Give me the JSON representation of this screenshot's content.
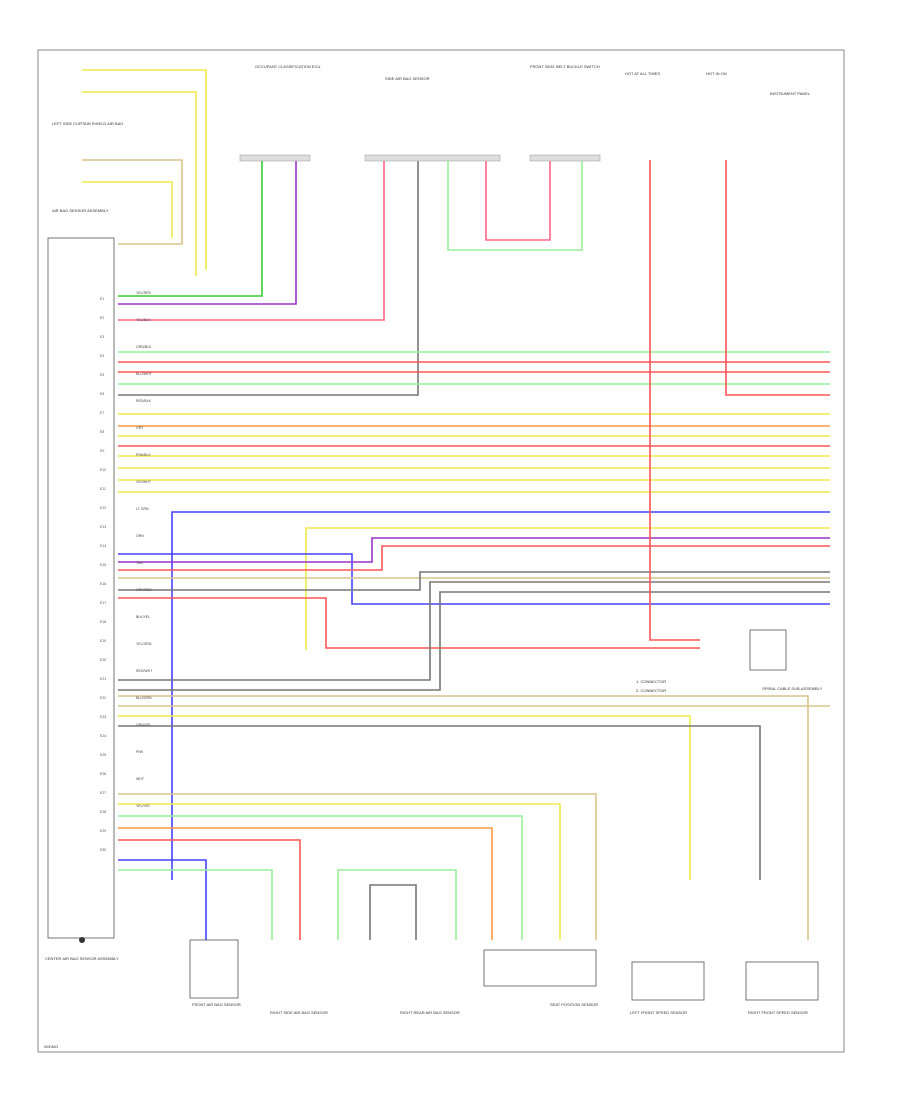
{
  "footer_code": "W/DMG",
  "colors": {
    "wire_green": "#33cc33",
    "wire_violet": "#9933cc",
    "wire_pink": "#ff6688",
    "wire_yellow": "#f2ea4a",
    "wire_red": "#ff5555",
    "wire_blue": "#4444ff",
    "wire_gray": "#777777",
    "wire_orange": "#ff9944",
    "wire_lightgreen": "#99ee99",
    "wire_tan": "#d8c48a"
  },
  "components": {
    "top_1": "OCCUPANT CLASSIFICATION ECU",
    "top_2": "SIDE AIR BAG SENSOR",
    "top_3": "FRONT SEAT BELT BUCKLE SWITCH",
    "top_4": "HOT AT ALL TIMES",
    "top_5": "HOT IN ON",
    "top_6": "INSTRUMENT PANEL",
    "left_1": "LEFT SIDE CURTAIN SHIELD AIR BAG",
    "left_2": "AIR BAG SENSOR ASSEMBLY",
    "bottom_1": "FRONT AIR BAG SENSOR",
    "bottom_2": "RIGHT SIDE AIR BAG SENSOR",
    "bottom_3": "RIGHT REAR AIR BAG SENSOR",
    "bottom_4": "SEAT POSITION SENSOR",
    "bottom_5": "LEFT FRONT SPEED SENSOR",
    "bottom_6": "RIGHT FRONT SPEED SENSOR",
    "bottom_left": "CENTER AIR BAG SENSOR ASSEMBLY",
    "right_mid": "SPIRAL CABLE SUB-ASSEMBLY",
    "note_1": "1. CONNECTOR",
    "note_2": "2. CONNECTOR"
  },
  "wire_codes": [
    "YEL/RED",
    "YEL/BLK",
    "GRN/BLK",
    "BLU/WHT",
    "RED/BLK",
    "GRY",
    "PNK/BLK",
    "VIO/WHT",
    "LT GRN",
    "ORN",
    "TAN",
    "GRY/RED",
    "BLK/YEL",
    "YEL/GRN",
    "RED/WHT",
    "BLU/ORN",
    "GRN/YEL",
    "PNK",
    "WHT",
    "YEL/VIO"
  ],
  "pins": [
    "E1",
    "E2",
    "E3",
    "E4",
    "E5",
    "E6",
    "E7",
    "E8",
    "E9",
    "E10",
    "E11",
    "E12",
    "E13",
    "E14",
    "E15",
    "E16",
    "E17",
    "E18",
    "E19",
    "E20",
    "E21",
    "E22",
    "E23",
    "E24",
    "E25",
    "E26",
    "E27",
    "E28",
    "E29",
    "E30"
  ]
}
